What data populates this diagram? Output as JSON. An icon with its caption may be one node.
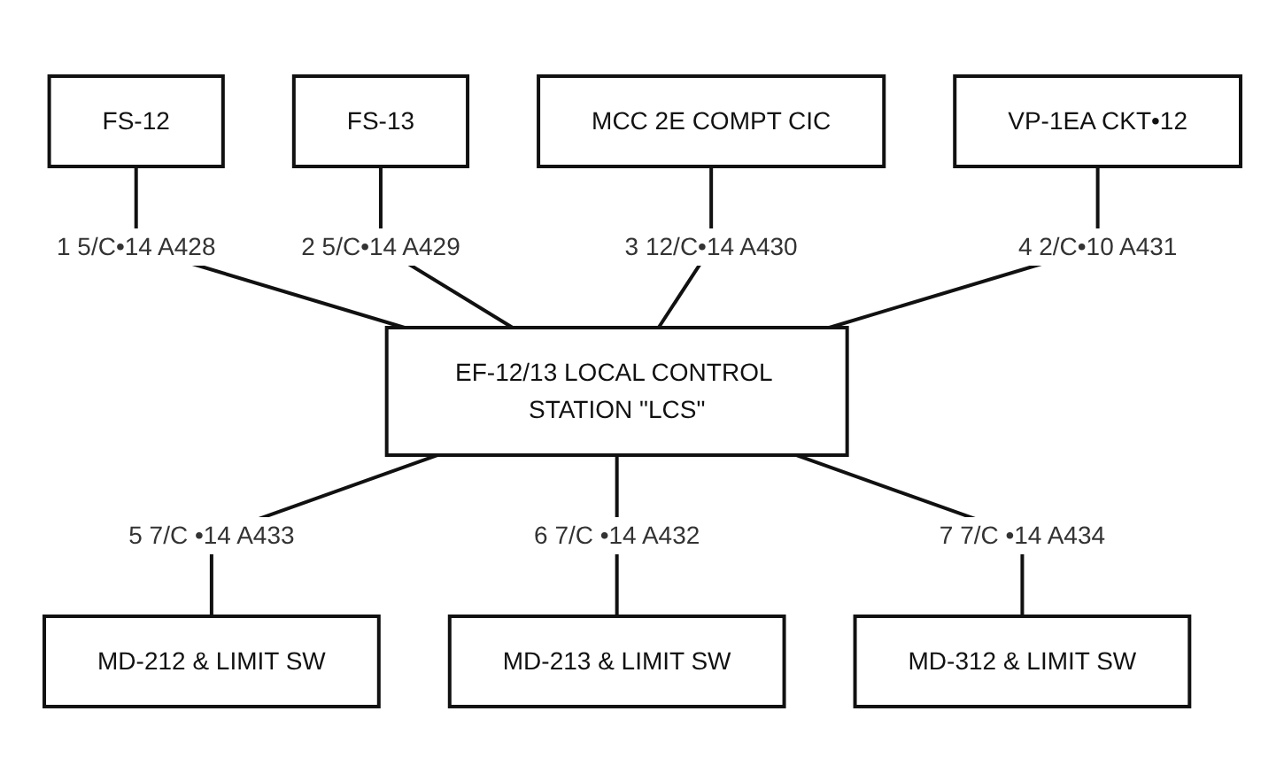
{
  "diagram": {
    "nodes": [
      {
        "text": [
          "FS-12"
        ]
      },
      {
        "text": [
          "FS-13"
        ]
      },
      {
        "text": [
          "MCC 2E COMPT CIC"
        ]
      },
      {
        "text": [
          "VP-1EA CKT•12"
        ]
      },
      {
        "text": [
          "EF-12/13 LOCAL CONTROL STATION \"LCS\""
        ]
      },
      {
        "text": [
          "MD-212 & LIMIT SW"
        ]
      },
      {
        "text": [
          "MD-213 & LIMIT SW"
        ]
      },
      {
        "text": [
          "MD-312 & LIMIT SW"
        ]
      }
    ],
    "edges": [
      {
        "from": 0,
        "to": 4,
        "arrow": "none",
        "label": "1 5/C•14 A428"
      },
      {
        "from": 1,
        "to": 4,
        "arrow": "none",
        "label": "2 5/C•14 A429"
      },
      {
        "from": 2,
        "to": 4,
        "arrow": "none",
        "label": "3 12/C•14 A430"
      },
      {
        "from": 3,
        "to": 4,
        "arrow": "none",
        "label": "4 2/C•10 A431"
      },
      {
        "from": 4,
        "to": 5,
        "arrow": "none",
        "label": "5 7/C •14 A433"
      },
      {
        "from": 4,
        "to": 6,
        "arrow": "none",
        "label": "6 7/C •14 A432"
      },
      {
        "from": 4,
        "to": 7,
        "arrow": "none",
        "label": "7 7/C •14 A434"
      }
    ]
  }
}
